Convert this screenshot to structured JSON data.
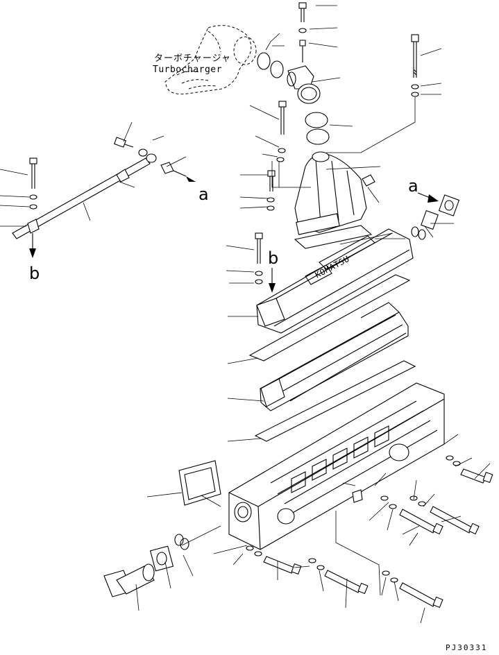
{
  "labels": {
    "turbocharger_jp": "ターボチャージャ",
    "turbocharger_en": "Turbocharger",
    "ref_a_top": "a",
    "ref_a_right": "a",
    "ref_b_left": "b",
    "ref_b_center": "b",
    "brand_cast": "KOMATSU",
    "drawing_code": "PJ30331"
  }
}
